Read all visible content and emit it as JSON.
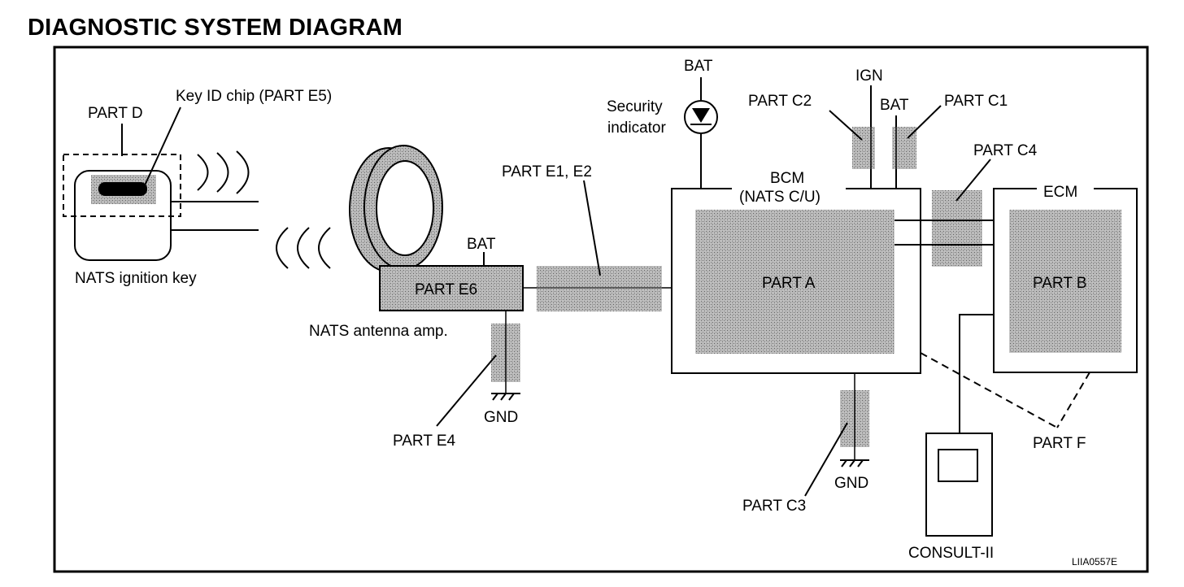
{
  "title": "DIAGNOSTIC SYSTEM DIAGRAM",
  "labels": {
    "part_d": "PART D",
    "key_id_chip": "Key ID chip (PART E5)",
    "nats_ignition_key": "NATS ignition key",
    "bat_antenna": "BAT",
    "part_e6": "PART E6",
    "nats_antenna_amp": "NATS antenna amp.",
    "gnd_antenna": "GND",
    "part_e4": "PART E4",
    "part_e1_e2": "PART E1, E2",
    "bat_top": "BAT",
    "security_indicator_line1": "Security",
    "security_indicator_line2": "indicator",
    "part_c2": "PART C2",
    "ign": "IGN",
    "bat_c1": "BAT",
    "part_c1": "PART C1",
    "part_c4": "PART C4",
    "bcm_line1": "BCM",
    "bcm_line2": "(NATS C/U)",
    "part_a": "PART A",
    "ecm": "ECM",
    "part_b": "PART B",
    "gnd_bcm": "GND",
    "part_c3": "PART C3",
    "part_f": "PART F",
    "consult": "CONSULT-II",
    "figure_code": "LIIA0557E"
  }
}
